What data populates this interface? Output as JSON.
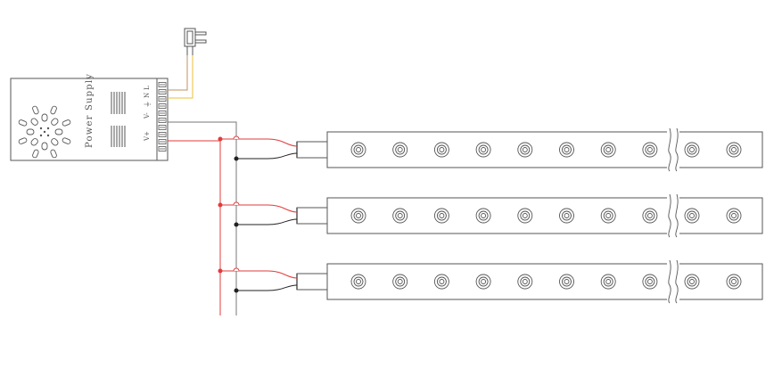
{
  "power_supply": {
    "label": "Power Supply",
    "terminal_labels": [
      "L",
      "N",
      "⏚",
      "V-",
      "V+"
    ]
  },
  "strips": {
    "count": 3,
    "leds_before_break": 8,
    "leds_after_break": 2
  },
  "colors": {
    "outline": "#555555",
    "wire_red": "#e23b3b",
    "wire_black": "#222222",
    "wire_gray": "#777777",
    "wire_yellow": "#e8c23a",
    "wire_brown": "#c09060",
    "node_red": "#e23b3b",
    "node_black": "#222222"
  }
}
